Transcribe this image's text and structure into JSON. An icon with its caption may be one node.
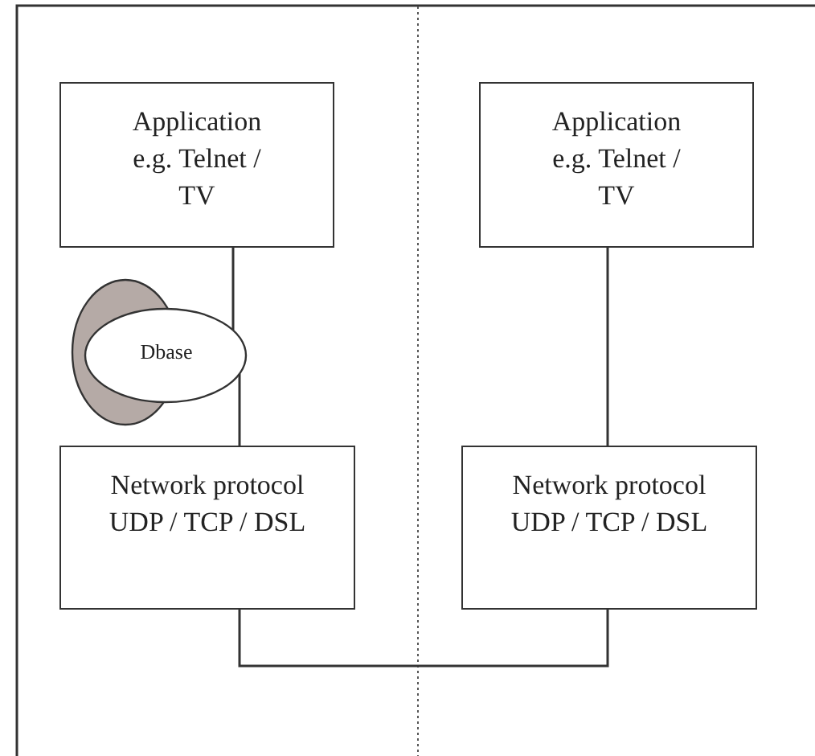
{
  "diagram": {
    "nodes": [
      {
        "text": [
          "Application e.g. Telnet / TV"
        ]
      },
      {
        "text": [
          "Dbase"
        ]
      },
      {
        "text": [
          "Network protocol UDP / TCP / DSL"
        ]
      },
      {
        "text": [
          "Application e.g. Telnet / TV"
        ]
      },
      {
        "text": [
          "Network protocol UDP / TCP / DSL"
        ]
      }
    ],
    "edges": [
      {
        "from": 0,
        "to": 1,
        "arrow": "none"
      },
      {
        "from": 1,
        "to": 2,
        "arrow": "none"
      },
      {
        "from": 3,
        "to": 4,
        "arrow": "none"
      },
      {
        "from": 2,
        "to": 4,
        "arrow": "none"
      }
    ]
  }
}
